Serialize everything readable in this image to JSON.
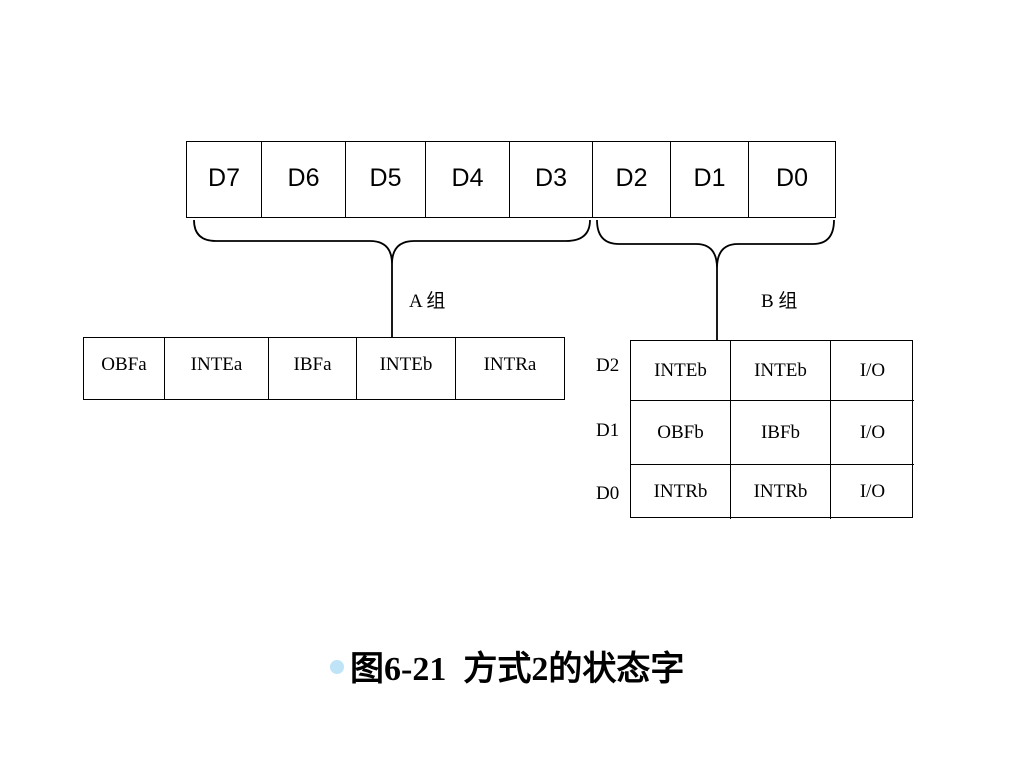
{
  "bits": [
    "D7",
    "D6",
    "D5",
    "D4",
    "D3",
    "D2",
    "D1",
    "D0"
  ],
  "group_a": {
    "label": "A 组",
    "cells": [
      "OBFa",
      "INTEa",
      "IBFa",
      "INTEb",
      "INTRa"
    ]
  },
  "group_b": {
    "label": "B 组",
    "row_labels": [
      "D2",
      "D1",
      "D0"
    ],
    "rows": [
      [
        "INTEb",
        "INTEb",
        "I/O"
      ],
      [
        "OBFb",
        "IBFb",
        "I/O"
      ],
      [
        "INTRb",
        "INTRb",
        "I/O"
      ]
    ]
  },
  "caption": "图6-21  方式2的状态字",
  "colors": {
    "bullet": "#bfe3f7",
    "line": "#000000"
  }
}
